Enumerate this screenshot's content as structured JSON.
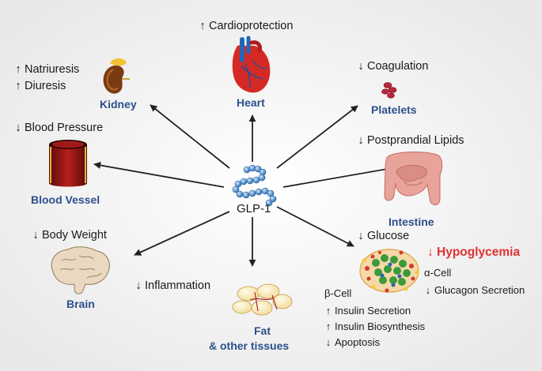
{
  "arrow_up": "↑",
  "arrow_down": "↓",
  "center_label": "GLP-1",
  "heart": {
    "name": "Heart",
    "effects": [
      {
        "dir": "up",
        "text": "Cardioprotection"
      }
    ]
  },
  "kidney": {
    "name": "Kidney",
    "effects": [
      {
        "dir": "up",
        "text": "Natriuresis"
      },
      {
        "dir": "up",
        "text": "Diuresis"
      }
    ]
  },
  "platelets": {
    "name": "Platelets",
    "effects": [
      {
        "dir": "down",
        "text": "Coagulation"
      }
    ]
  },
  "blood_vessel": {
    "name": "Blood Vessel",
    "effects": [
      {
        "dir": "down",
        "text": "Blood Pressure"
      }
    ]
  },
  "intestine": {
    "name": "Intestine",
    "effects": [
      {
        "dir": "down",
        "text": "Postprandial Lipids"
      }
    ]
  },
  "brain": {
    "name": "Brain",
    "effects": [
      {
        "dir": "down",
        "text": "Body Weight"
      }
    ]
  },
  "fat": {
    "name_line1": "Fat",
    "name_line2": "& other tissues",
    "effects": [
      {
        "dir": "down",
        "text": "Inflammation"
      }
    ]
  },
  "pancreas": {
    "effects": [
      {
        "dir": "down",
        "text": "Glucose"
      }
    ],
    "hypoglycemia": {
      "dir": "down",
      "text": "Hypoglycemia"
    },
    "alpha_cell": {
      "title": "α-Cell",
      "effects": [
        {
          "dir": "down",
          "text": "Glucagon Secretion"
        }
      ]
    },
    "beta_cell": {
      "title": "β-Cell",
      "effects": [
        {
          "dir": "up",
          "text": "Insulin Secretion"
        },
        {
          "dir": "up",
          "text": "Insulin Biosynthesis"
        },
        {
          "dir": "down",
          "text": "Apoptosis"
        }
      ]
    }
  },
  "colors": {
    "organ_label": "#2d4f8c",
    "alert": "#e03030",
    "background": "#efefef",
    "glp1_bead": "#3d84c6"
  }
}
